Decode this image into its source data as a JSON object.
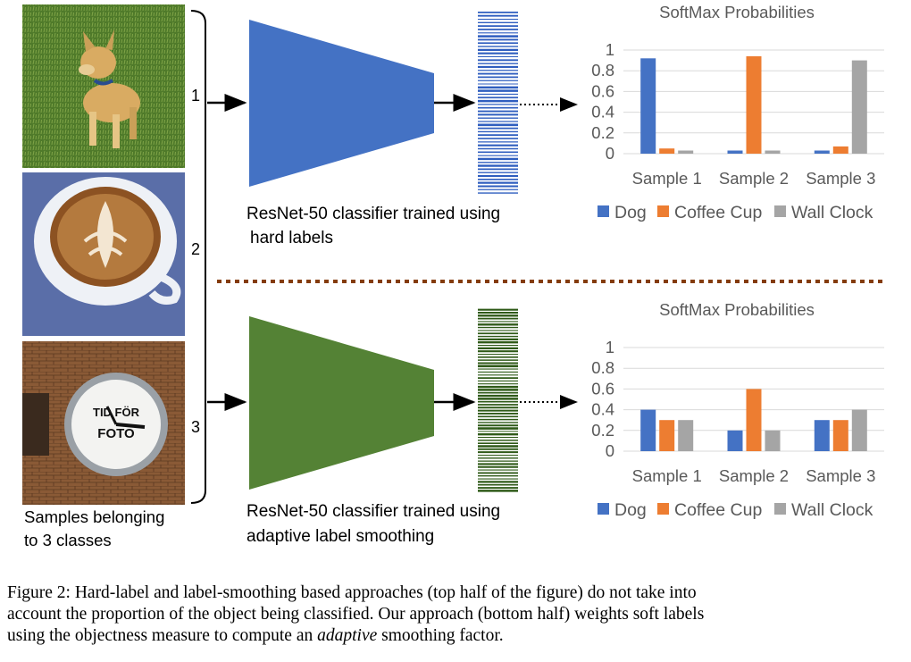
{
  "samples": {
    "caption_line1": "Samples belonging",
    "caption_line2": "to 3 classes",
    "numbers": [
      "1",
      "2",
      "3"
    ],
    "images": [
      "dog",
      "coffee cup latte art",
      "wall clock TID FÖR FOTO"
    ],
    "clock_text_top": "TID FÖR",
    "clock_text_bottom": "FOTO"
  },
  "top": {
    "classifier_line1": "ResNet-50 classifier trained using",
    "classifier_line2": "hard labels"
  },
  "bottom": {
    "classifier_line1": "ResNet-50 classifier trained using",
    "classifier_line2": "adaptive label smoothing"
  },
  "colors": {
    "top_trapezoid": "#4472c4",
    "bottom_trapezoid": "#548235",
    "dog": "#4472c4",
    "coffee_cup": "#ed7d31",
    "wall_clock": "#a5a5a5",
    "divider": "#843c0c"
  },
  "chart_data": [
    {
      "type": "bar",
      "title": "SoftMax Probabilities",
      "categories": [
        "Sample 1",
        "Sample 2",
        "Sample 3"
      ],
      "series": [
        {
          "name": "Dog",
          "values": [
            0.92,
            0.03,
            0.03
          ]
        },
        {
          "name": "Coffee Cup",
          "values": [
            0.05,
            0.94,
            0.07
          ]
        },
        {
          "name": "Wall Clock",
          "values": [
            0.03,
            0.03,
            0.9
          ]
        }
      ],
      "yticks": [
        "0",
        "0.2",
        "0.4",
        "0.6",
        "0.8",
        "1"
      ],
      "ylim": [
        0,
        1
      ],
      "grid": true,
      "legend": "bottom"
    },
    {
      "type": "bar",
      "title": "SoftMax Probabilities",
      "categories": [
        "Sample 1",
        "Sample 2",
        "Sample 3"
      ],
      "series": [
        {
          "name": "Dog",
          "values": [
            0.4,
            0.2,
            0.3
          ]
        },
        {
          "name": "Coffee Cup",
          "values": [
            0.3,
            0.6,
            0.3
          ]
        },
        {
          "name": "Wall Clock",
          "values": [
            0.3,
            0.2,
            0.4
          ]
        }
      ],
      "yticks": [
        "0",
        "0.2",
        "0.4",
        "0.6",
        "0.8",
        "1"
      ],
      "ylim": [
        0,
        1
      ],
      "grid": true,
      "legend": "bottom"
    }
  ],
  "caption": {
    "line1": "Figure 2:  Hard-label and label-smoothing based approaches (top half of the figure) do not take into",
    "line2": "account the proportion of the object being classified. Our approach (bottom half) weights soft labels",
    "line3_pre": "using the objectness measure to compute an ",
    "line3_em": "adaptive",
    "line3_post": " smoothing factor."
  }
}
